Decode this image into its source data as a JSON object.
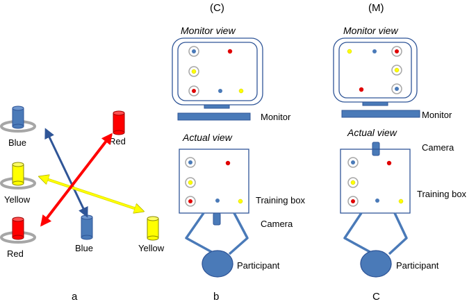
{
  "panel_a": {
    "cylinders": {
      "blue_left": "Blue",
      "yellow_left": "Yellow",
      "red_left": "Red",
      "red_right": "Red",
      "blue_bottom": "Blue",
      "yellow_bottom": "Yellow"
    },
    "caption": "a"
  },
  "panel_b": {
    "header": "(C)",
    "monitor_view_label": "Monitor view",
    "monitor_label": "Monitor",
    "actual_view_label": "Actual view",
    "training_box_label": "Training box",
    "camera_label": "Camera",
    "participant_label": "Participant",
    "caption": "b"
  },
  "panel_c": {
    "header": "(M)",
    "monitor_view_label": "Monitor view",
    "monitor_label": "Monitor",
    "actual_view_label": "Actual view",
    "camera_label": "Camera",
    "training_box_label": "Training box",
    "participant_label": "Participant",
    "caption": "C"
  },
  "colors": {
    "blue": "#4a7ab8",
    "red": "#ff0000",
    "yellow": "#ffff00",
    "grey_ring": "#a6a6a6",
    "outline_blue": "#2f5597"
  }
}
